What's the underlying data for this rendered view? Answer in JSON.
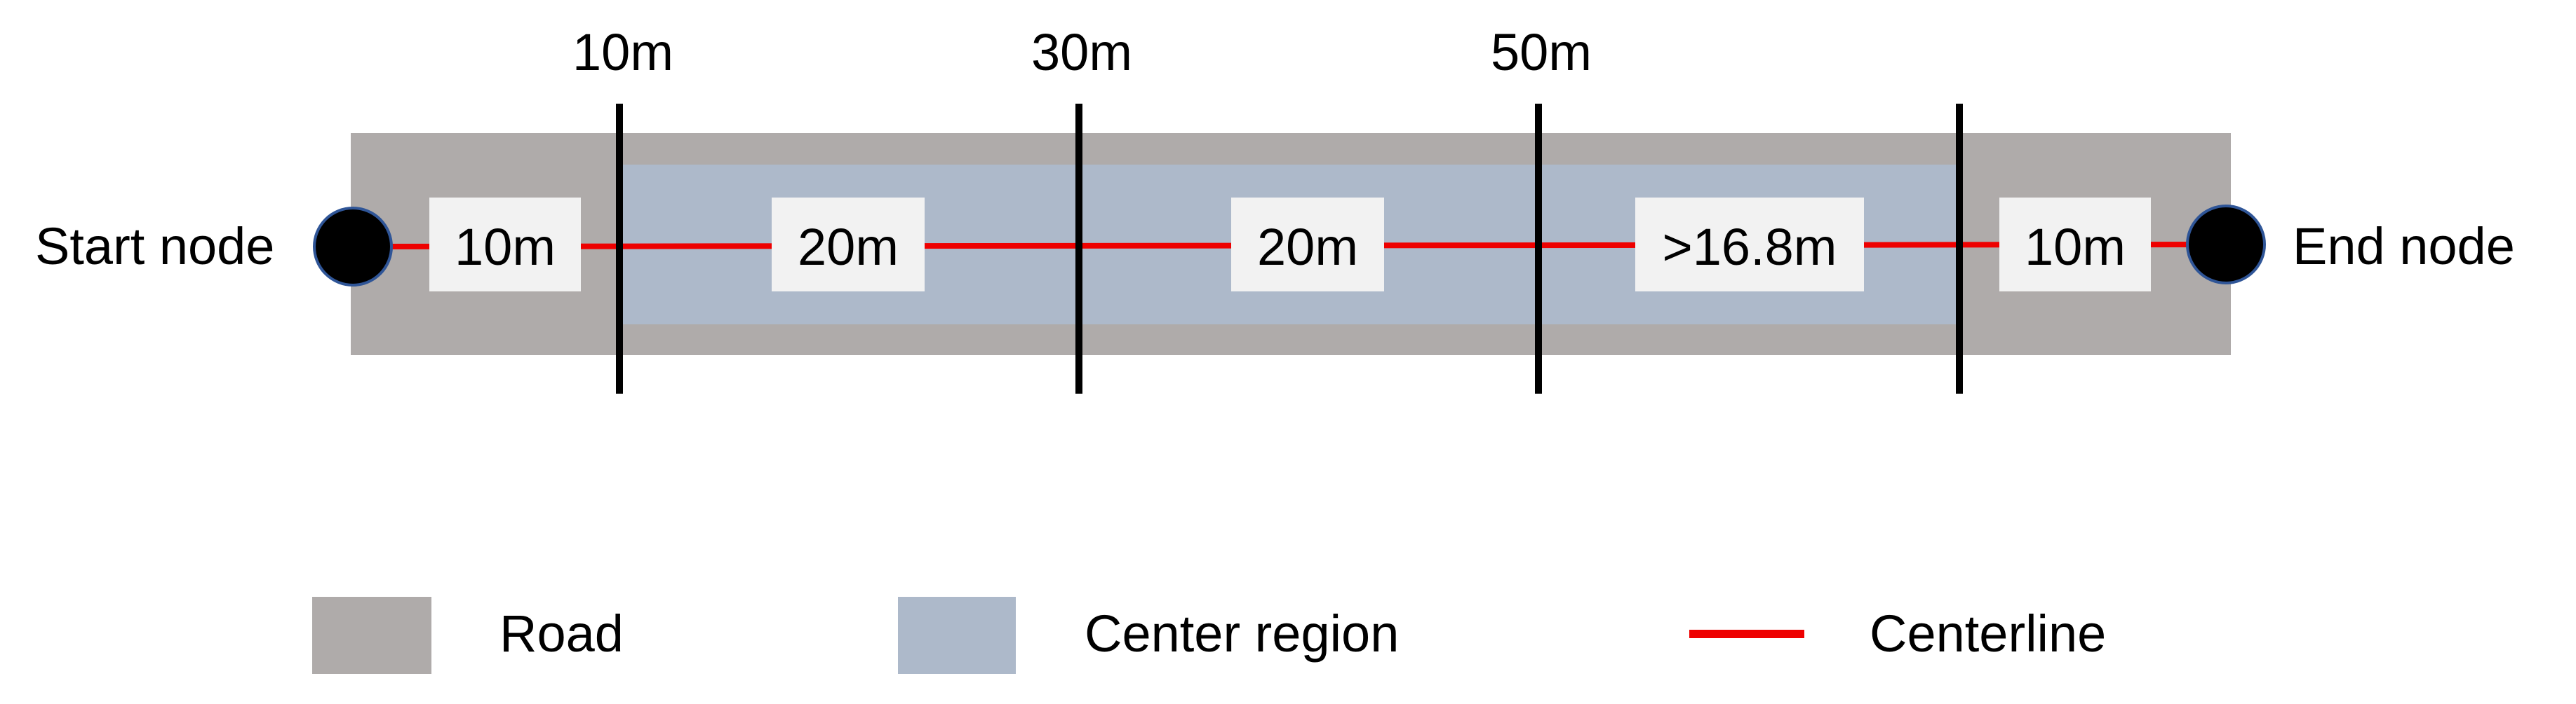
{
  "colors": {
    "road": "#AFABAA",
    "center_region": "#ADB9CA",
    "centerline": "#EE0000",
    "node_fill": "#000000",
    "node_stroke": "#2F5597",
    "segment_box": "#F2F2F2",
    "cut_line": "#000000"
  },
  "nodes": {
    "start_label": "Start node",
    "end_label": "End node"
  },
  "distance_marks": [
    "10m",
    "30m",
    "50m"
  ],
  "segments": [
    "10m",
    "20m",
    "20m",
    ">16.8m",
    "10m"
  ],
  "legend": {
    "road": "Road",
    "center_region": "Center region",
    "centerline": "Centerline"
  }
}
